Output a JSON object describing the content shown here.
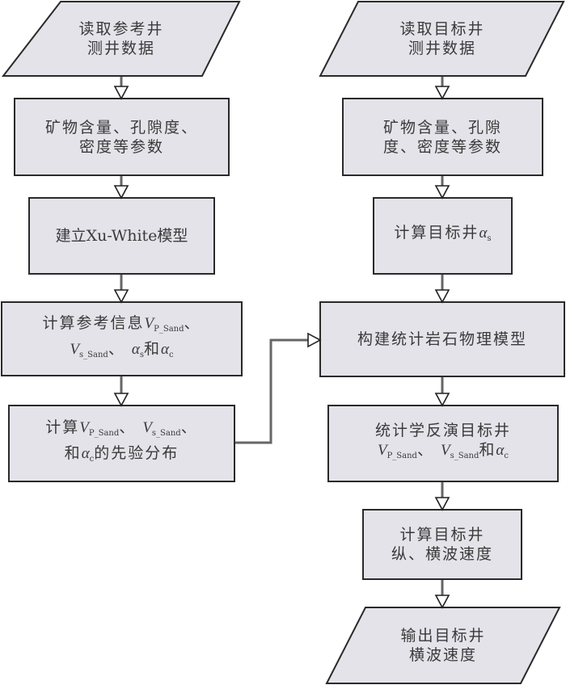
{
  "diagram": {
    "type": "flowchart",
    "left_column": [
      {
        "id": "L1",
        "shape": "parallelogram",
        "lines": [
          "读取参考井",
          "测井数据"
        ]
      },
      {
        "id": "L2",
        "shape": "rectangle",
        "lines": [
          "矿物含量、孔隙度、",
          "密度等参数"
        ]
      },
      {
        "id": "L3",
        "shape": "rectangle",
        "lines": [
          "建立Xu-White模型"
        ]
      },
      {
        "id": "L4",
        "shape": "rectangle",
        "line1_text": "计算参考信息",
        "line1_var": "V",
        "line1_sub": "P_Sand",
        "line1_tail": "、",
        "line2_var1": "V",
        "line2_sub1": "s_Sand",
        "line2_sep": "、 ",
        "line2_var2": "α",
        "line2_sub2": "s",
        "line2_and": "和",
        "line2_var3": "α",
        "line2_sub3": "c"
      },
      {
        "id": "L5",
        "shape": "rectangle",
        "line1_text": "计算",
        "line1_var1": "V",
        "line1_sub1": "P_Sand",
        "line1_sep": "、 ",
        "line1_var2": "V",
        "line1_sub2": "s_Sand",
        "line1_tail": "、",
        "line2_pre": "和",
        "line2_var": "α",
        "line2_sub": "c",
        "line2_text": "的先验分布"
      }
    ],
    "right_column": [
      {
        "id": "R1",
        "shape": "parallelogram",
        "lines": [
          "读取目标井",
          "测井数据"
        ]
      },
      {
        "id": "R2",
        "shape": "rectangle",
        "lines": [
          "矿物含量、孔隙",
          "度、密度等参数"
        ]
      },
      {
        "id": "R3",
        "shape": "rectangle",
        "text": "计算目标井",
        "var": "α",
        "sub": "s"
      },
      {
        "id": "R4",
        "shape": "rectangle",
        "lines": [
          "构建统计岩石物理模型"
        ]
      },
      {
        "id": "R5",
        "shape": "rectangle",
        "line1": "统计学反演目标井",
        "line2_var1": "V",
        "line2_sub1": "P_Sand",
        "line2_sep": "、 ",
        "line2_var2": "V",
        "line2_sub2": "s_Sand",
        "line2_and": "和",
        "line2_var3": "α",
        "line2_sub3": "c"
      },
      {
        "id": "R6",
        "shape": "rectangle",
        "lines": [
          "计算目标井",
          "纵、横波速度"
        ]
      },
      {
        "id": "R7",
        "shape": "parallelogram",
        "lines": [
          "输出目标井",
          "横波速度"
        ]
      }
    ],
    "edges": [
      {
        "from": "L1",
        "to": "L2"
      },
      {
        "from": "L2",
        "to": "L3"
      },
      {
        "from": "L3",
        "to": "L4"
      },
      {
        "from": "L4",
        "to": "L5"
      },
      {
        "from": "L5",
        "to": "R4"
      },
      {
        "from": "R1",
        "to": "R2"
      },
      {
        "from": "R2",
        "to": "R3"
      },
      {
        "from": "R3",
        "to": "R4"
      },
      {
        "from": "R4",
        "to": "R5"
      },
      {
        "from": "R5",
        "to": "R6"
      },
      {
        "from": "R6",
        "to": "R7"
      }
    ]
  }
}
